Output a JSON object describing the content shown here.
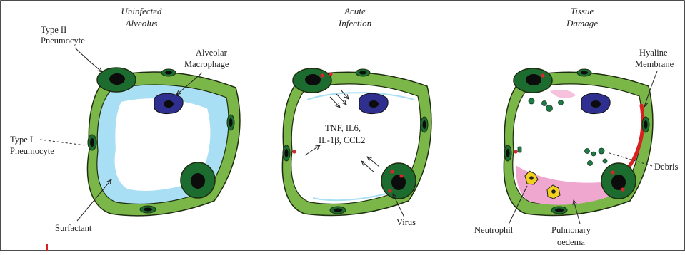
{
  "panels": [
    {
      "title_line1": "Uninfected",
      "title_line2": "Alveolus"
    },
    {
      "title_line1": "Acute",
      "title_line2": "Infection"
    },
    {
      "title_line1": "Tissue",
      "title_line2": "Damage"
    }
  ],
  "labels": {
    "type2_line1": "Type II",
    "type2_line2": "Pneumocyte",
    "macrophage_line1": "Alveolar",
    "macrophage_line2": "Macrophage",
    "type1_line1": "Type I",
    "type1_line2": "Pneumocyte",
    "surfactant": "Surfactant",
    "cytokines_line1": "TNF, IL6,",
    "cytokines_line2": "IL-1β, CCL2",
    "virus": "Virus",
    "hyaline_line1": "Hyaline",
    "hyaline_line2": "Membrane",
    "debris": "Debris",
    "neutrophil": "Neutrophil",
    "oedema_line1": "Pulmonary",
    "oedema_line2": "oedema"
  },
  "colors": {
    "wall": "#7ab648",
    "wall_outline": "#1e2e10",
    "type2_cell": "#1c6b2f",
    "nucleus": "#0c0c0c",
    "macrophage": "#2f2f8f",
    "surfactant": "#a9dff4",
    "virus": "#d8262f",
    "oedema": "#f0a7cf",
    "hyaline": "#d82020",
    "neutrophil": "#f2d21e",
    "debris": "#1f7a45"
  }
}
